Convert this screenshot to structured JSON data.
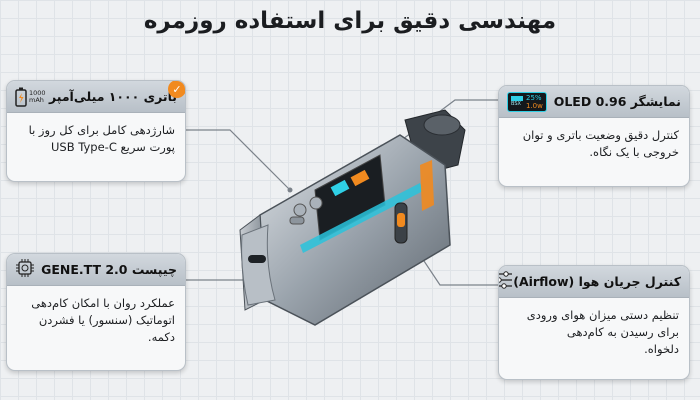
{
  "title": "مهندسی دقیق برای استفاده روزمره",
  "cards": {
    "battery": {
      "title": "باتری ۱۰۰۰ میلی‌آمپر",
      "icon_text": "1000\nmAh",
      "text_line1": "شارژدهی کامل برای کل روز با",
      "text_line2": "پورت سریع USB Type-C"
    },
    "oled": {
      "title": "نمایشگر OLED 0.96",
      "text_line1": "کنترل دقیق وضعیت باتری و توان",
      "text_line2": "خروجی با یک نگاه.",
      "screen": {
        "battery_percent": "25%",
        "power": "1.0w",
        "label": "BSX"
      }
    },
    "chipset": {
      "title": "چیپست GENE.TT 2.0",
      "text_line1": "عملکرد روان با امکان کام‌دهی",
      "text_line2": "اتوماتیک (سنسور) یا فشردن",
      "text_line3": "دکمه."
    },
    "airflow": {
      "title": "کنترل جریان هوا (Airflow)",
      "text_line1": "تنظیم دستی میزان هوای ورودی",
      "text_line2": "برای رسیدن به کام‌دهی",
      "text_line3": "دلخواه."
    }
  },
  "colors": {
    "accent_orange": "#f18a1f",
    "screen_cyan": "#2fd0e6",
    "card_header": "#c3cad1"
  },
  "icons": [
    "check-icon",
    "battery-icon",
    "oled-screen-icon",
    "chip-icon",
    "sliders-icon"
  ]
}
